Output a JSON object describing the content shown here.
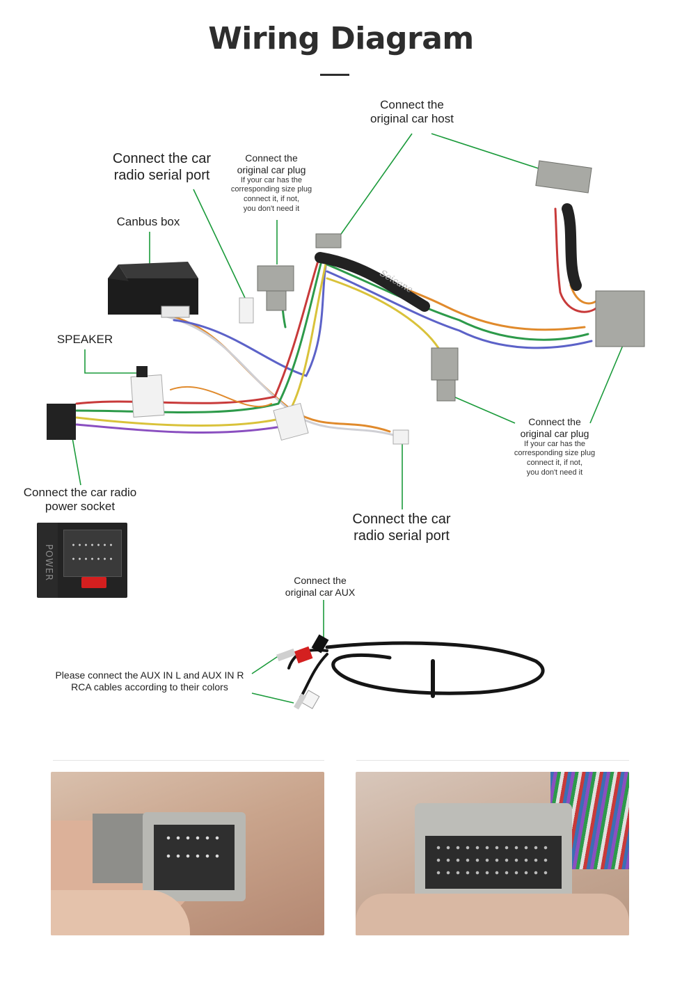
{
  "title": "Wiring Diagram",
  "labels": {
    "car_host": [
      "Connect the",
      "original car host"
    ],
    "serial_port_top": [
      "Connect the car",
      "radio  serial port"
    ],
    "orig_plug_top": {
      "title": [
        "Connect the",
        "original car plug"
      ],
      "note": [
        "If your car has the",
        "corresponding size plug",
        "connect it, if not,",
        "you don't need it"
      ]
    },
    "canbus": "Canbus box",
    "speaker": "SPEAKER",
    "orig_plug_right": {
      "title": [
        "Connect the",
        "original car plug"
      ],
      "note": [
        "If your car has the",
        "corresponding size plug",
        "connect it, if not,",
        "you don't need it"
      ]
    },
    "power_socket": [
      "Connect the car radio",
      "power socket"
    ],
    "serial_port_bottom": [
      "Connect the car",
      "radio  serial port"
    ],
    "aux": [
      "Connect the",
      "original car AUX"
    ],
    "rca": [
      "Please connect the AUX IN L and AUX IN R",
      "RCA cables according to their colors"
    ]
  },
  "product": {
    "harness_brand": "Seicane",
    "power_label": "POWER"
  },
  "colors": {
    "leader_line": "#1a9a3a",
    "connector_gray": "#a8a9a4",
    "canbus_box": "#1c1c1c",
    "title": "#2d2d2d",
    "rca_red": "#d42020"
  }
}
